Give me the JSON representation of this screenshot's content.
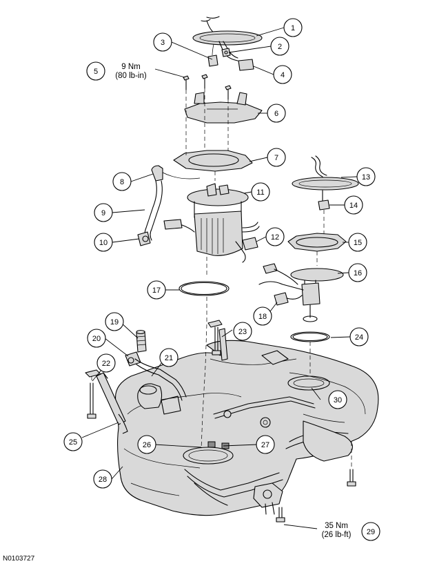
{
  "figure_code": "N0103727",
  "torque_specs": [
    {
      "callout": "5",
      "line1": "9 Nm",
      "line2": "(80 lb-in)"
    },
    {
      "callout": "29",
      "line1": "35 Nm",
      "line2": "(26 lb-ft)"
    }
  ],
  "callouts": [
    "1",
    "2",
    "3",
    "4",
    "5",
    "6",
    "7",
    "8",
    "9",
    "10",
    "11",
    "12",
    "13",
    "14",
    "15",
    "16",
    "17",
    "18",
    "19",
    "20",
    "21",
    "22",
    "23",
    "24",
    "25",
    "26",
    "27",
    "28",
    "29",
    "30"
  ]
}
